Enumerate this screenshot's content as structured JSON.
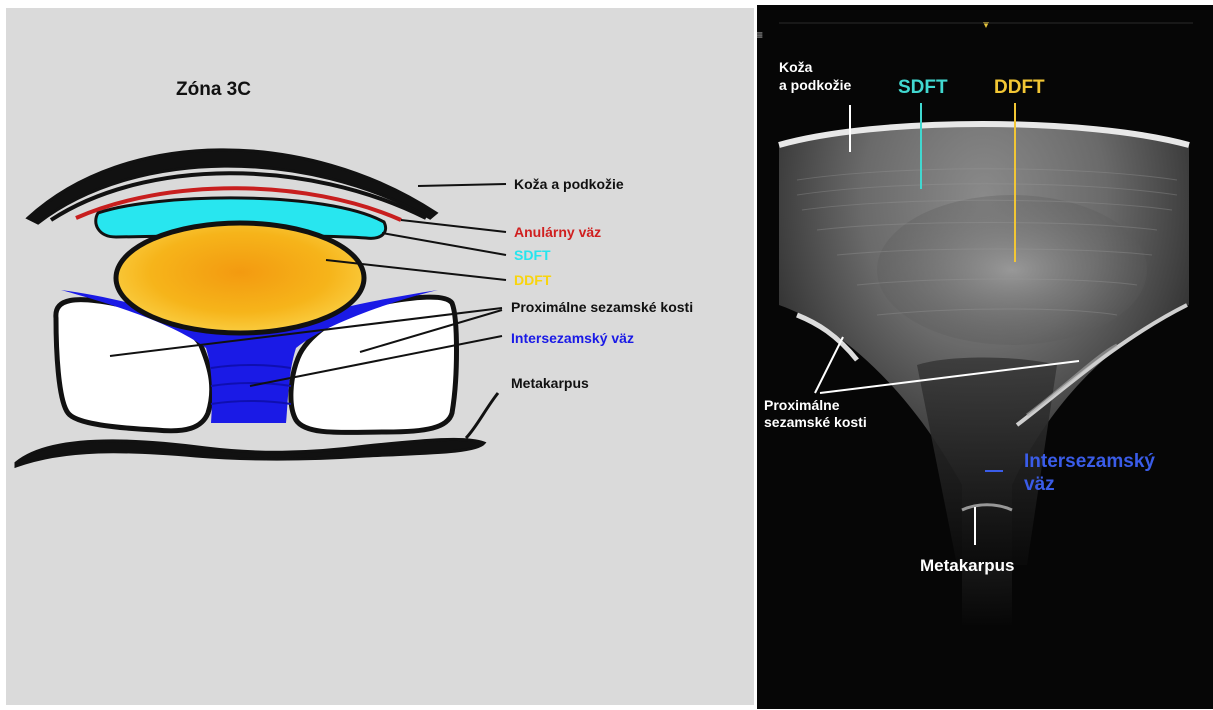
{
  "diagram": {
    "title": "Zóna 3C",
    "labels": {
      "skin": "Koža a podkožie",
      "annular": "Anulárny väz",
      "sdft": "SDFT",
      "ddft": "DDFT",
      "sesamoid": "Proximálne sezamské kosti",
      "intersesamoid": "Intersezamský väz",
      "metacarpus": "Metakarpus"
    }
  },
  "ultrasound": {
    "labels": {
      "skin_line1": "Koža",
      "skin_line2": "a podkožie",
      "sdft": "SDFT",
      "ddft": "DDFT",
      "sesamoid_line1": "Proximálne",
      "sesamoid_line2": "sezamské kosti",
      "intersesamoid_line1": "Intersezamský",
      "intersesamoid_line2": "väz",
      "metacarpus": "Metakarpus"
    }
  },
  "colors": {
    "diagram_background": "#dadada",
    "annular": "#d01f1f",
    "sdft": "#25e5ee",
    "ddft": "#f8b80e",
    "intersesamoid": "#1a1ae6",
    "us_sdft": "#41d8d0",
    "us_ddft": "#f2c634",
    "us_intersesamoid": "#3a5ce8"
  }
}
